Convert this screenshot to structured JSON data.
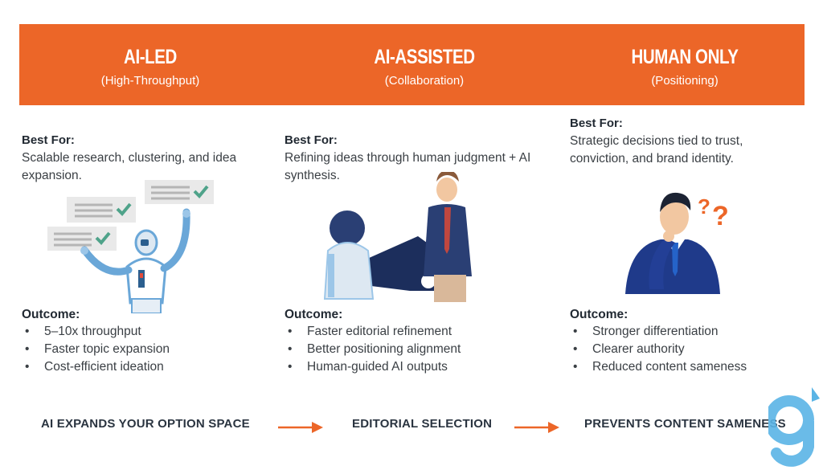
{
  "columns": [
    {
      "title": "AI-LED",
      "subtitle": "(High-Throughput)",
      "best_for_label": "Best For:",
      "best_for_text": "Scalable research, clustering, and idea expansion.",
      "outcome_label": "Outcome:",
      "outcomes": [
        "5–10x throughput",
        "Faster topic expansion",
        "Cost-efficient ideation"
      ]
    },
    {
      "title": "AI-ASSISTED",
      "subtitle": "(Collaboration)",
      "best_for_label": "Best For:",
      "best_for_text": "Refining ideas through human judgment + AI synthesis.",
      "outcome_label": "Outcome:",
      "outcomes": [
        "Faster editorial refinement",
        "Better positioning alignment",
        "Human-guided AI outputs"
      ]
    },
    {
      "title": "HUMAN ONLY",
      "subtitle": "(Positioning)",
      "best_for_label": "Best For:",
      "best_for_text": "Strategic decisions tied to trust, conviction, and brand identity.",
      "outcome_label": "Outcome:",
      "outcomes": [
        "Stronger differentiation",
        "Clearer authority",
        "Reduced content sameness"
      ]
    }
  ],
  "flow": {
    "step1": "AI EXPANDS YOUR OPTION SPACE",
    "step2": "EDITORIAL SELECTION",
    "step3": "PREVENTS CONTENT SAMENESS"
  },
  "colors": {
    "accent": "#ec6628",
    "heading_text": "#222a33",
    "body_text": "#3a3f44",
    "robot_blue": "#6aa7d8",
    "suit_navy": "#1f3a8a",
    "check_green": "#4fa38a",
    "logo_blue": "#5ab4e5"
  },
  "icons": {
    "arrow": "right-arrow-icon",
    "logo": "g-logo-icon"
  }
}
